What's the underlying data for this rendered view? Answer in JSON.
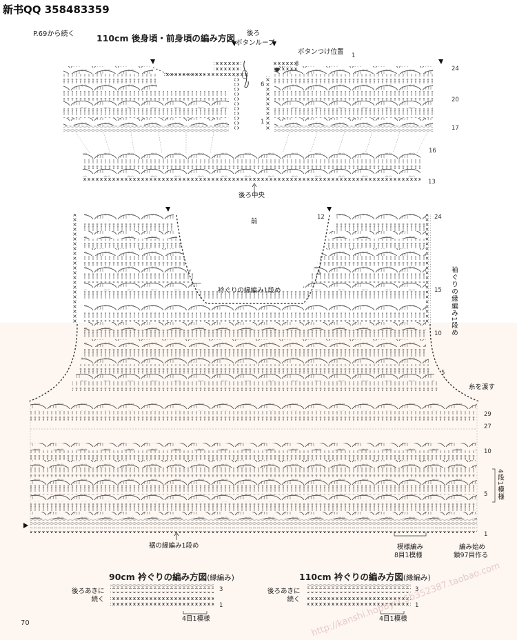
{
  "header": {
    "site_tag": "新书QQ 358483359"
  },
  "ref_note": "P.69から続く",
  "main_title": "110cm 後身頃・前身頃の編み方図",
  "labels": {
    "back": "後ろ",
    "button_loop": "ボタンループ",
    "button_position": "ボタンつけ位置",
    "back_center": "後ろ中央",
    "front": "前",
    "neck_edge": "衿ぐりの縁編み1段め",
    "sleeve_edge": "袖ぐりの縁編み1段め",
    "pass_yarn": "糸を渡す",
    "hem_edge": "裾の縁編み1段め",
    "pattern_st": "模様編み",
    "pattern_repeat": "8目1模様",
    "start_label": "編み始め",
    "start_chain": "鎖97目作る",
    "rows_repeat": "4段1模様"
  },
  "row_numbers": {
    "top_right": [
      "24",
      "20",
      "17",
      "16",
      "13"
    ],
    "top_mid": [
      "3",
      "1"
    ],
    "loop_nums": [
      "6",
      "1"
    ],
    "front_left": [
      "12",
      "5"
    ],
    "front_right": [
      "24",
      "15",
      "10",
      "5"
    ],
    "body_right": [
      "29",
      "27",
      "10",
      "5",
      "1"
    ],
    "collar_rows": [
      "3",
      "1"
    ]
  },
  "collar90": {
    "title": "90cm 衿ぐりの編み方図",
    "title_note": "(縁編み)",
    "left_note": "後ろあきに\n続く",
    "repeat": "4目1模様"
  },
  "collar110": {
    "title": "110cm 衿ぐりの編み方図",
    "title_note": "(縁編み)",
    "left_note": "後ろあきに\n続く",
    "repeat": "4目1模様"
  },
  "page_number": "70",
  "watermark": "http://kanshi.hobbyst.5b352387.taobao.com"
}
